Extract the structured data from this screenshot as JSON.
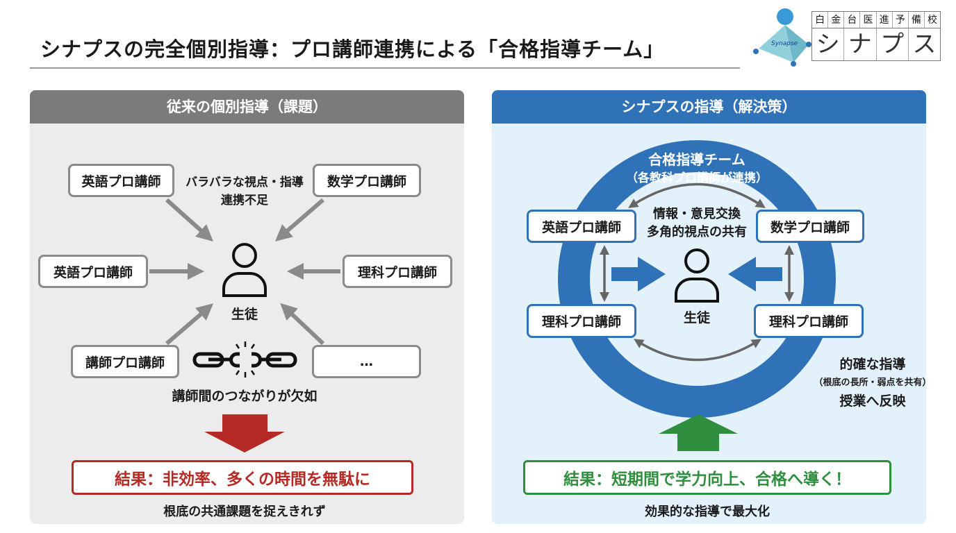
{
  "header": {
    "title": "シナプスの完全個別指導：プロ講師連携による「合格指導チーム」"
  },
  "logo": {
    "school_name": [
      "白",
      "金",
      "台",
      "医",
      "進",
      "予",
      "備",
      "校"
    ],
    "brand": [
      "シ",
      "ナ",
      "プ",
      "ス"
    ],
    "emblem_text": "Synapse"
  },
  "left": {
    "heading": "従来の個別指導（課題）",
    "teachers": [
      "英語プロ講師",
      "数学プロ講師",
      "英語プロ講師",
      "理科プロ講師",
      "講師プロ講師",
      "…"
    ],
    "note_line1": "バラバラな視点・指導",
    "note_line2": "連携不足",
    "student": "生徒",
    "chain_caption": "講師間のつながりが欠如",
    "result": "結果：非効率、多くの時間を無駄に",
    "footer": "根底の共通課題を捉えきれず"
  },
  "right": {
    "heading": "シナプスの指導（解決策）",
    "team_title": "合格指導チーム",
    "team_sub": "（各教科プロ講師が連携）",
    "teachers": [
      "英語プロ講師",
      "数学プロ講師",
      "理科プロ講師",
      "理科プロ講師"
    ],
    "exchange_line1": "情報・意見交換",
    "exchange_line2": "多角的視点の共有",
    "student": "生徒",
    "side_line1": "的確な指導",
    "side_line2": "（根底の長所・弱点を共有）",
    "side_line3": "授業へ反映",
    "result": "結果：短期間で学力向上、合格へ導く！",
    "footer": "効果的な指導で最大化"
  },
  "colors": {
    "left_header": "#7b7b7b",
    "right_header": "#2f72b8",
    "left_bg": "#ececec",
    "right_bg": "#e3f1fb",
    "red": "#b52a24",
    "green": "#2f8f3e",
    "ring": "#2f72b8"
  }
}
